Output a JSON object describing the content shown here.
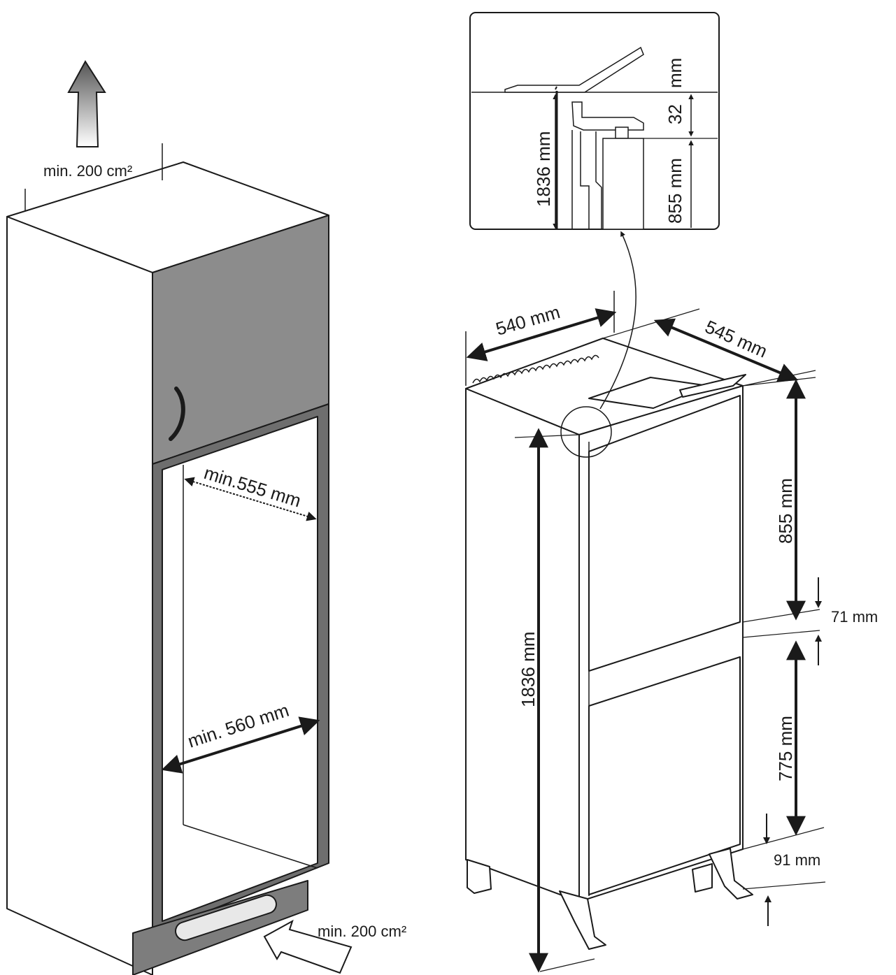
{
  "colors": {
    "stroke": "#1a1a1a",
    "panel": "#ffffff",
    "door": "#8c8c8c",
    "plinth": "#7d7d7d",
    "frame": "#6e6e6e"
  },
  "labels": {
    "vent_top": "min. 200 cm²",
    "vent_bottom": "min. 200 cm²",
    "depth_min": "min.555 mm",
    "width_min": "min. 560 mm",
    "width": "540 mm",
    "depth": "545 mm",
    "height_total": "1836 mm",
    "upper_door": "855 mm",
    "gap": "71 mm",
    "lower_door": "775 mm",
    "bottom_gap": "91 mm",
    "detail_total": "1836 mm",
    "detail_upper": "855 mm",
    "detail_offset": "32",
    "detail_unit": "mm"
  },
  "icons": [
    "air-up-arrow-icon",
    "air-in-arrow-icon",
    "hinge-icon",
    "door-handle-icon"
  ]
}
